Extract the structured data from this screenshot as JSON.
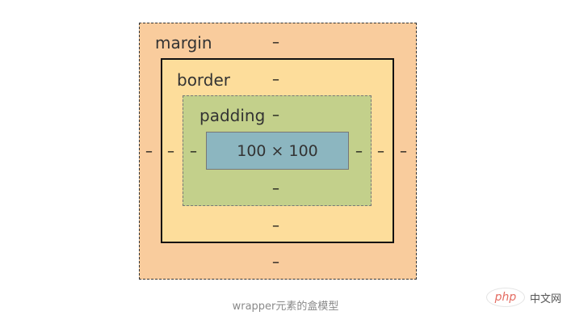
{
  "diagram": {
    "margin_label": "margin",
    "border_label": "border",
    "padding_label": "padding",
    "content_label": "100 × 100",
    "margin_top": "–",
    "margin_bottom": "–",
    "margin_left": "–",
    "margin_right": "–",
    "border_top": "–",
    "border_bottom": "–",
    "border_left": "–",
    "border_right": "–",
    "padding_top": "–",
    "padding_bottom": "–",
    "padding_left": "–",
    "padding_right": "–"
  },
  "caption": "wrapper元素的盒模型",
  "watermark": {
    "logo_text": "php",
    "site_text": "中文网"
  },
  "colors": {
    "margin": "#f9cc9d",
    "border": "#fddd9b",
    "padding": "#c3d08b",
    "content": "#8cb6c0"
  }
}
